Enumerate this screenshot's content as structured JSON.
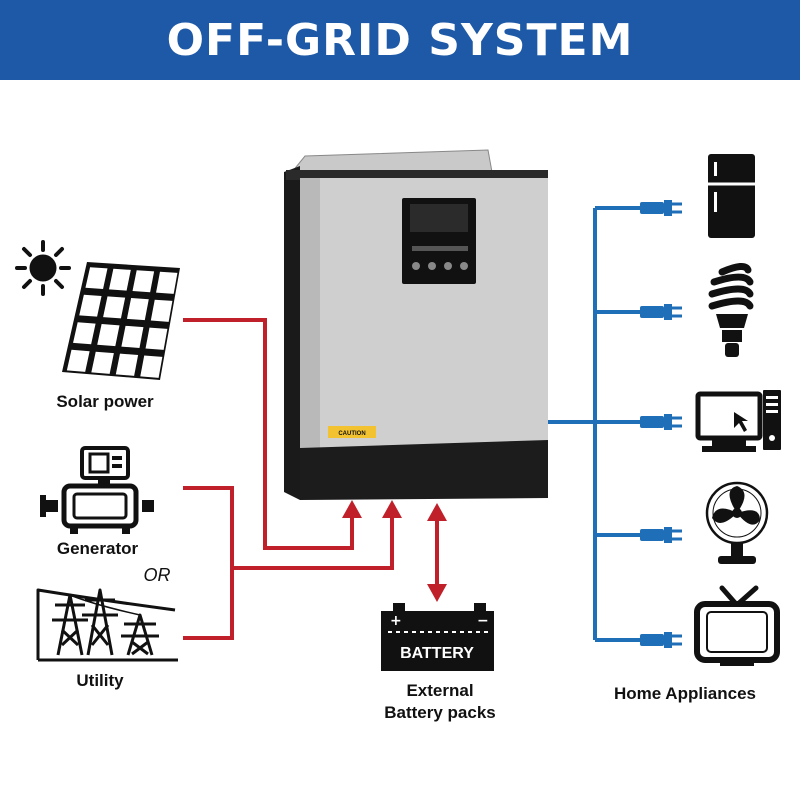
{
  "title": "OFF-GRID SYSTEM",
  "labels": {
    "solar": "Solar power",
    "generator": "Generator",
    "or": "OR",
    "utility": "Utility",
    "battery_text": "BATTERY",
    "external_line1": "External",
    "external_line2": "Battery packs",
    "home": "Home Appliances"
  },
  "inverter": {
    "caution_label": "CAUTION"
  },
  "colors": {
    "banner": "#1d59a6",
    "input_lines": "#c0202a",
    "output_lines": "#1f6fb8",
    "icons": "#111111"
  },
  "icons": {
    "sources": [
      "sun-icon",
      "solar-panel-icon",
      "generator-icon",
      "utility-tower-icon"
    ],
    "appliances": [
      "refrigerator-icon",
      "cfl-bulb-icon",
      "computer-icon",
      "fan-icon",
      "tv-icon"
    ]
  }
}
